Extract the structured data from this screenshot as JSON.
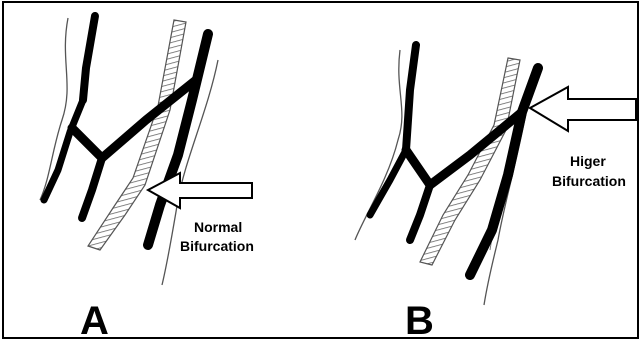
{
  "panels": {
    "a": {
      "letter": "A",
      "caption_line1": "Normal",
      "caption_line2": "Bifurcation"
    },
    "b": {
      "letter": "B",
      "caption_line1": "Higer",
      "caption_line2": "Bifurcation"
    }
  },
  "colors": {
    "background": "#ffffff",
    "frame": "#000000",
    "vessel": "#000000",
    "outline": "#555555",
    "hatch": "#666666"
  }
}
